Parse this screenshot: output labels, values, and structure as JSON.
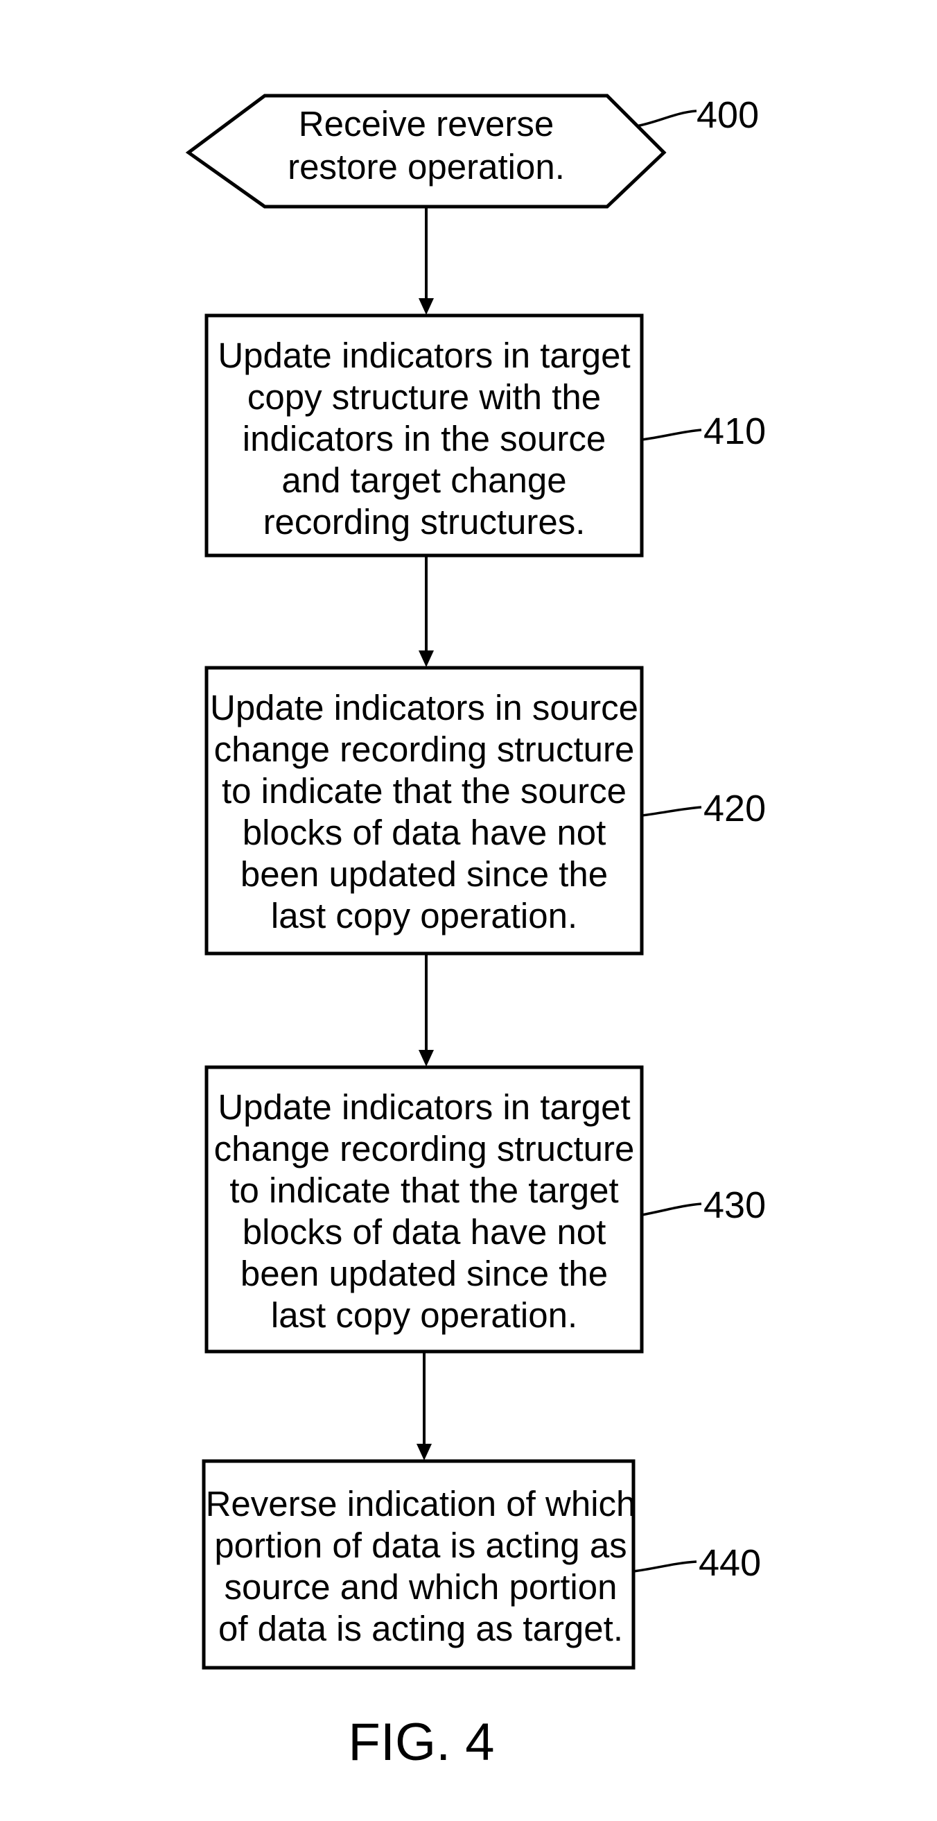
{
  "figure_label": "FIG. 4",
  "start": {
    "ref": "400",
    "lines": [
      "Receive reverse",
      "restore operation."
    ]
  },
  "steps": [
    {
      "ref": "410",
      "lines": [
        "Update indicators in target",
        "copy structure with the",
        "indicators in the source",
        "and target change",
        "recording structures."
      ]
    },
    {
      "ref": "420",
      "lines": [
        "Update indicators in source",
        "change recording structure",
        "to indicate that the source",
        "blocks of data have not",
        "been updated since the",
        "last copy operation."
      ]
    },
    {
      "ref": "430",
      "lines": [
        "Update indicators in target",
        "change recording structure",
        "to indicate that the target",
        "blocks of data have not",
        "been updated since the",
        "last copy operation."
      ]
    },
    {
      "ref": "440",
      "lines": [
        "Reverse indication of which",
        "portion of data is acting as",
        "source and which portion",
        "of data is acting as target."
      ]
    }
  ]
}
